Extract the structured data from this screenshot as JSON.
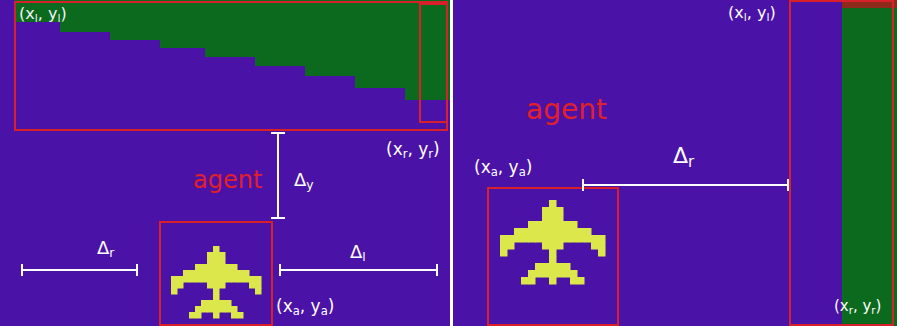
{
  "diagram": {
    "labels": [
      "(xl, yl)",
      "(xr, yr)",
      "agent",
      "Δy",
      "Δr",
      "Δl",
      "(xa, ya)",
      "(xl, yl)",
      "agent",
      "Δr",
      "(xa, ya)",
      "(xr, yr)"
    ]
  }
}
